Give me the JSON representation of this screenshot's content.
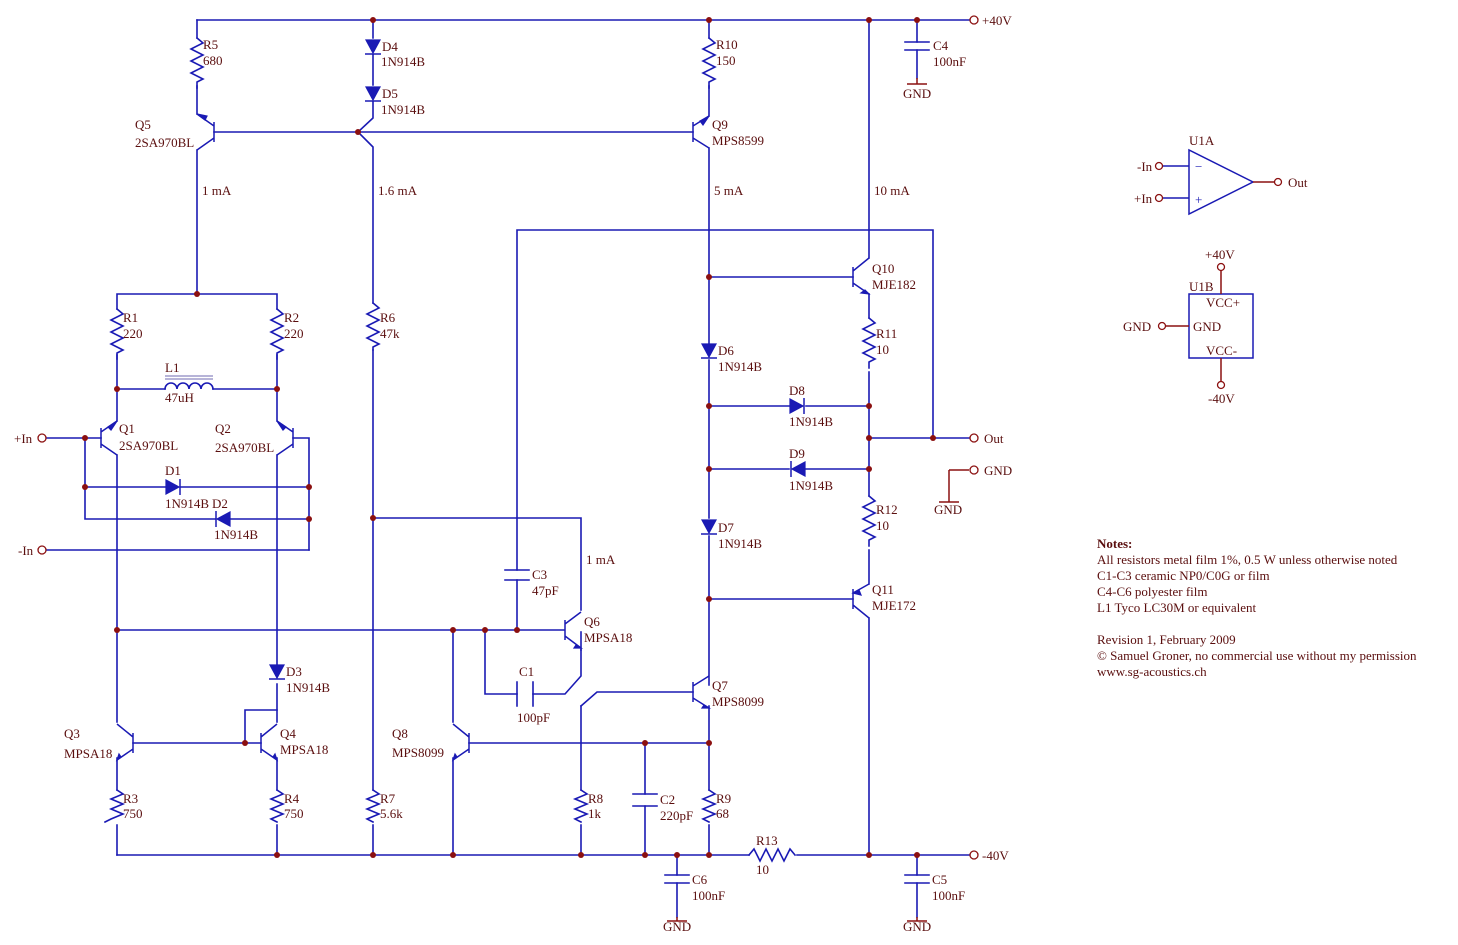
{
  "ports": {
    "vpos": "+40V",
    "vneg": "-40V",
    "in_pos": "+In",
    "in_neg": "-In",
    "out": "Out",
    "gnd": "GND"
  },
  "components": {
    "R1": {
      "ref": "R1",
      "value": "220"
    },
    "R2": {
      "ref": "R2",
      "value": "220"
    },
    "R3": {
      "ref": "R3",
      "value": "750"
    },
    "R4": {
      "ref": "R4",
      "value": "750"
    },
    "R5": {
      "ref": "R5",
      "value": "680"
    },
    "R6": {
      "ref": "R6",
      "value": "47k"
    },
    "R7": {
      "ref": "R7",
      "value": "5.6k"
    },
    "R8": {
      "ref": "R8",
      "value": "1k"
    },
    "R9": {
      "ref": "R9",
      "value": "68"
    },
    "R10": {
      "ref": "R10",
      "value": "150"
    },
    "R11": {
      "ref": "R11",
      "value": "10"
    },
    "R12": {
      "ref": "R12",
      "value": "10"
    },
    "R13": {
      "ref": "R13",
      "value": "10"
    },
    "L1": {
      "ref": "L1",
      "value": "47uH"
    },
    "C1": {
      "ref": "C1",
      "value": "100pF"
    },
    "C2": {
      "ref": "C2",
      "value": "220pF"
    },
    "C3": {
      "ref": "C3",
      "value": "47pF"
    },
    "C4": {
      "ref": "C4",
      "value": "100nF"
    },
    "C5": {
      "ref": "C5",
      "value": "100nF"
    },
    "C6": {
      "ref": "C6",
      "value": "100nF"
    },
    "D1": {
      "ref": "D1",
      "value": "1N914B"
    },
    "D2": {
      "ref": "D2",
      "value": "1N914B"
    },
    "D3": {
      "ref": "D3",
      "value": "1N914B"
    },
    "D4": {
      "ref": "D4",
      "value": "1N914B"
    },
    "D5": {
      "ref": "D5",
      "value": "1N914B"
    },
    "D6": {
      "ref": "D6",
      "value": "1N914B"
    },
    "D7": {
      "ref": "D7",
      "value": "1N914B"
    },
    "D8": {
      "ref": "D8",
      "value": "1N914B"
    },
    "D9": {
      "ref": "D9",
      "value": "1N914B"
    },
    "Q1": {
      "ref": "Q1",
      "value": "2SA970BL"
    },
    "Q2": {
      "ref": "Q2",
      "value": "2SA970BL"
    },
    "Q3": {
      "ref": "Q3",
      "value": "MPSA18"
    },
    "Q4": {
      "ref": "Q4",
      "value": "MPSA18"
    },
    "Q5": {
      "ref": "Q5",
      "value": "2SA970BL"
    },
    "Q6": {
      "ref": "Q6",
      "value": "MPSA18"
    },
    "Q7": {
      "ref": "Q7",
      "value": "MPS8099"
    },
    "Q8": {
      "ref": "Q8",
      "value": "MPS8099"
    },
    "Q9": {
      "ref": "Q9",
      "value": "MPS8599"
    },
    "Q10": {
      "ref": "Q10",
      "value": "MJE182"
    },
    "Q11": {
      "ref": "Q11",
      "value": "MJE172"
    }
  },
  "currents": {
    "i1": "1 mA",
    "i2": "1.6 mA",
    "i3": "5 mA",
    "i4": "10 mA",
    "i5": "1 mA"
  },
  "symbol": {
    "u1a": "U1A",
    "u1a_inm": "-In",
    "u1a_inp": "+In",
    "u1a_out": "Out",
    "u1a_minus": "−",
    "u1a_plus": "+",
    "u1b": "U1B",
    "u1b_top": "+40V",
    "u1b_bot": "-40V",
    "u1b_gnd": "GND",
    "u1b_vccp": "VCC+",
    "u1b_vccn": "VCC-",
    "u1b_gndpin": "GND"
  },
  "notes": {
    "heading": "Notes:",
    "lines": [
      "All resistors metal film 1%, 0.5 W unless otherwise noted",
      "C1-C3 ceramic NP0/C0G or film",
      "C4-C6 polyester film",
      "L1 Tyco LC30M or equivalent"
    ],
    "revision": "Revision 1, February 2009",
    "copyright": "© Samuel Groner, no commercial use without my permission",
    "website": "www.sg-acoustics.ch"
  }
}
